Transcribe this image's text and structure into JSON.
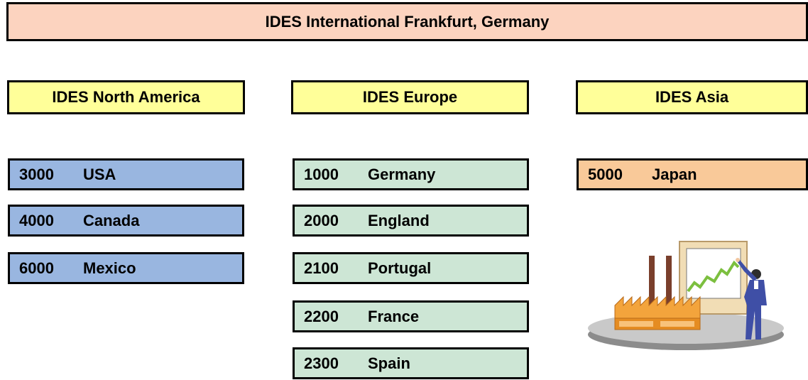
{
  "header": {
    "title": "IDES International Frankfurt, Germany"
  },
  "regions": [
    {
      "label": "IDES North America"
    },
    {
      "label": "IDES Europe"
    },
    {
      "label": "IDES Asia"
    }
  ],
  "north_america": [
    {
      "code": "3000",
      "country": "USA"
    },
    {
      "code": "4000",
      "country": "Canada"
    },
    {
      "code": "6000",
      "country": "Mexico"
    }
  ],
  "europe": [
    {
      "code": "1000",
      "country": "Germany"
    },
    {
      "code": "2000",
      "country": "England"
    },
    {
      "code": "2100",
      "country": "Portugal"
    },
    {
      "code": "2200",
      "country": "France"
    },
    {
      "code": "2300",
      "country": "Spain"
    }
  ],
  "asia": [
    {
      "code": "5000",
      "country": "Japan"
    }
  ],
  "colors": {
    "header_fill": "#fcd3bf",
    "region_fill": "#ffff99",
    "north_america_fill": "#99b6e0",
    "europe_fill": "#cde6d5",
    "asia_fill": "#f9c999"
  }
}
